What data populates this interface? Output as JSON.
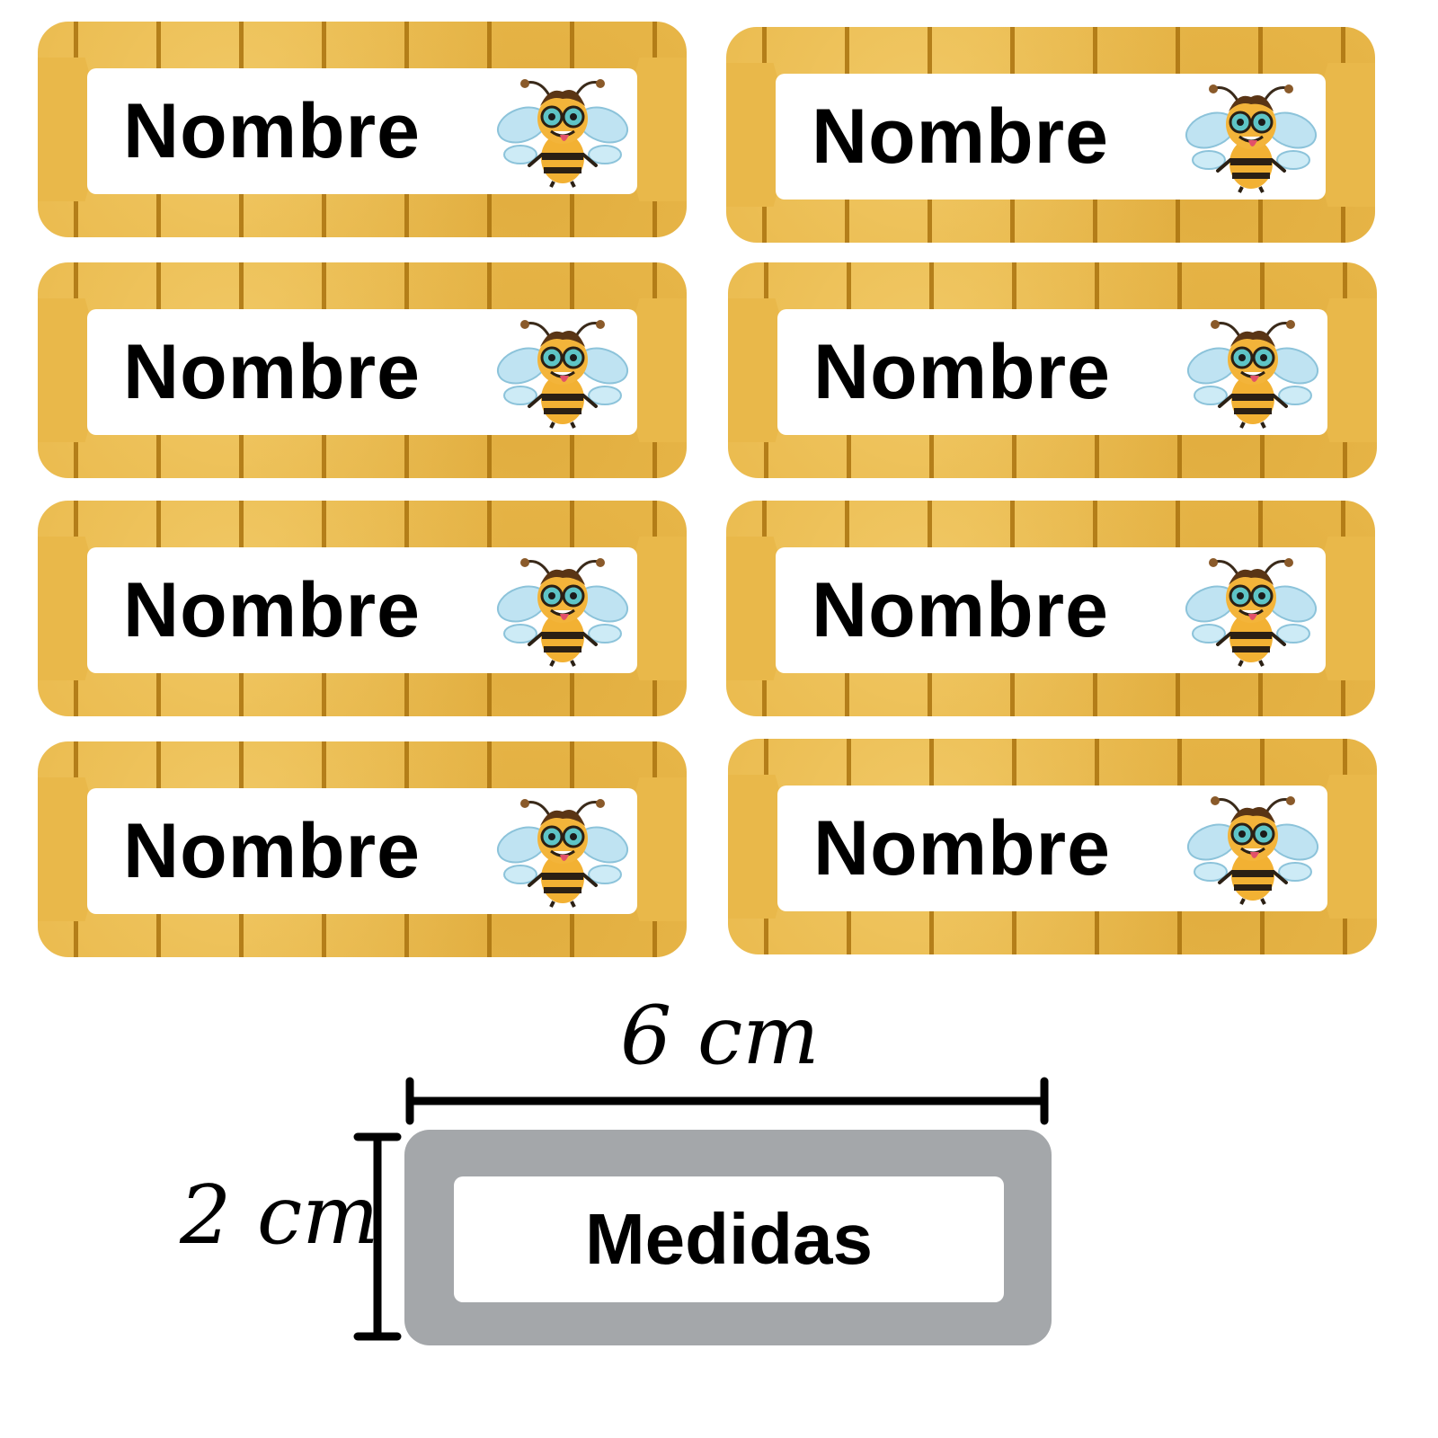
{
  "labels": [
    {
      "name": "Nombre"
    },
    {
      "name": "Nombre"
    },
    {
      "name": "Nombre"
    },
    {
      "name": "Nombre"
    },
    {
      "name": "Nombre"
    },
    {
      "name": "Nombre"
    },
    {
      "name": "Nombre"
    },
    {
      "name": "Nombre"
    }
  ],
  "measure": {
    "width_label": "6 cm",
    "height_label": "2 cm",
    "sample_text": "Medidas"
  },
  "colors": {
    "label_bg": "#e9b84a",
    "honeycomb_lines": "#aa730f",
    "sample_bg": "#a4a7aa"
  },
  "icons": [
    "bee-mascot-icon"
  ]
}
